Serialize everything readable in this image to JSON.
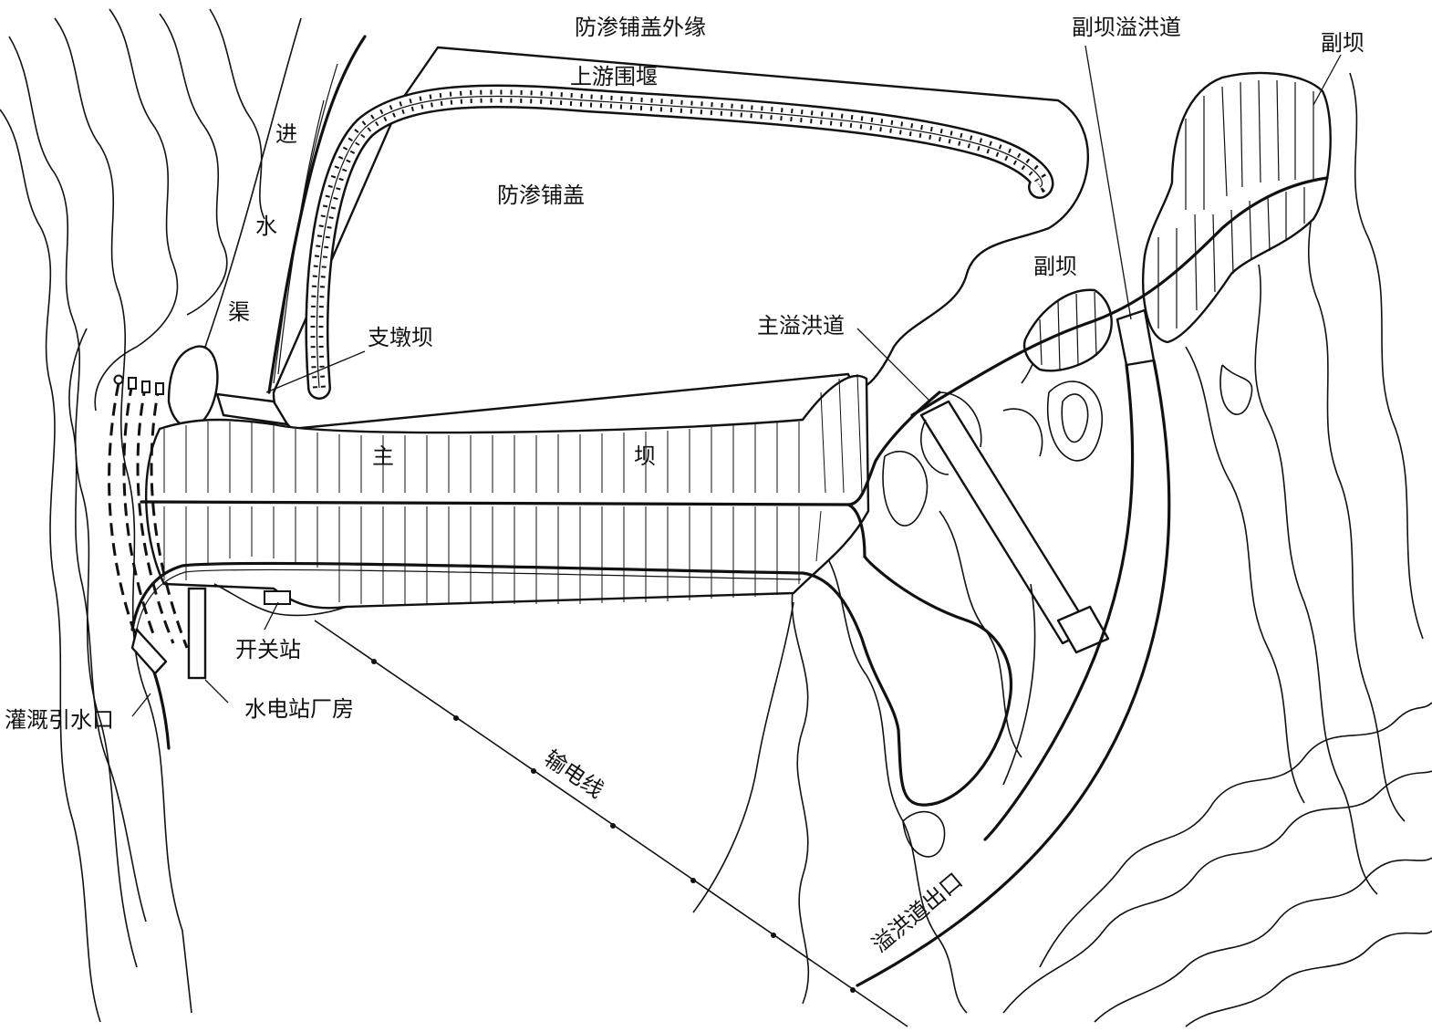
{
  "labels": {
    "seepage_outer_edge": "防渗铺盖外缘",
    "upstream_cofferdam": "上游围堰",
    "seepage_blanket": "防渗铺盖",
    "inlet_canal_1": "进",
    "inlet_canal_2": "水",
    "inlet_canal_3": "渠",
    "buttress_dam": "支墩坝",
    "main_dam_1": "主",
    "main_dam_2": "坝",
    "aux_dam_spillway": "副坝溢洪道",
    "aux_dam_right": "副坝",
    "aux_dam_mid": "副坝",
    "main_spillway": "主溢洪道",
    "switch_station": "开关站",
    "irrigation_intake": "灌溉引水口",
    "powerhouse": "水电站厂房",
    "transmission_line": "输电线",
    "spillway_outlet": "溢洪道出口"
  }
}
